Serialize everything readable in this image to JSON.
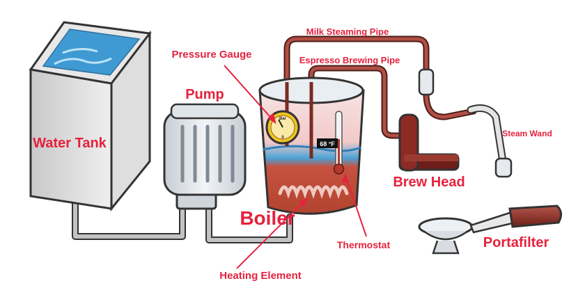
{
  "diagram": {
    "labels": {
      "water_tank": "Water Tank",
      "pump": "Pump",
      "pressure_gauge": "Pressure Gauge",
      "milk_steaming_pipe": "Milk Steaming Pipe",
      "espresso_brewing_pipe": "Espresso Brewing Pipe",
      "steam_wand": "Steam Wand",
      "boiler": "Boiler",
      "thermostat": "Thermostat",
      "heating_element": "Heating Element",
      "brew_head": "Brew Head",
      "portafilter": "Portafilter"
    },
    "gauge_text": {
      "brand": "Bar",
      "value": "0"
    },
    "temperature_readout": "68 °F"
  },
  "colors": {
    "label_red": "#e5223e",
    "pipe_red": "#a8453c",
    "pipe_gray": "#b9b9b9",
    "water_blue": "#4aa3d6",
    "boiler_liquid": "#c6523f",
    "gauge_yellow": "#f0c224",
    "brew_head_red": "#8e2a24",
    "outline": "#333333"
  }
}
